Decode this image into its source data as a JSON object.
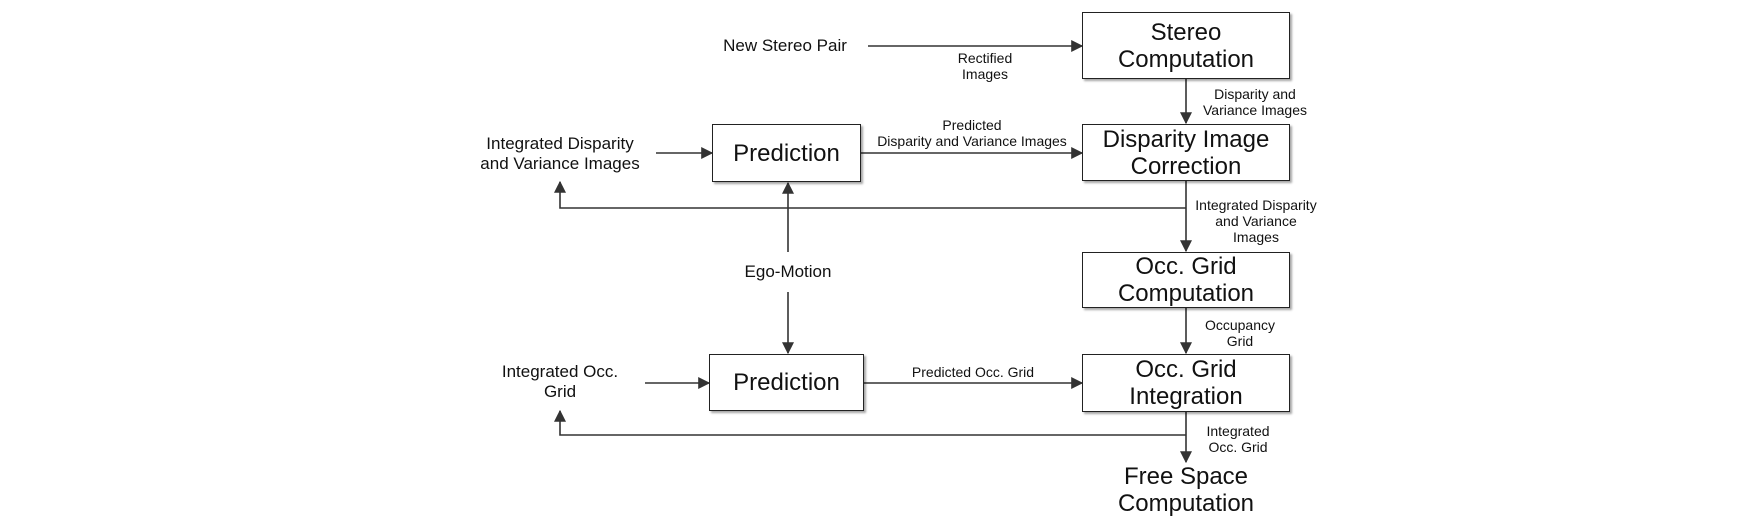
{
  "inputs": {
    "new_stereo_pair": "New Stereo Pair",
    "integrated_disparity": "Integrated Disparity\nand Variance Images",
    "ego_motion": "Ego-Motion",
    "integrated_occ_grid": "Integrated Occ.\nGrid"
  },
  "boxes": {
    "stereo_computation": "Stereo\nComputation",
    "prediction_top": "Prediction",
    "disparity_correction": "Disparity Image\nCorrection",
    "occ_grid_computation": "Occ. Grid\nComputation",
    "prediction_bottom": "Prediction",
    "occ_grid_integration": "Occ. Grid\nIntegration"
  },
  "output": {
    "free_space": "Free Space\nComputation"
  },
  "edge_labels": {
    "rectified_images": "Rectified\nImages",
    "disparity_variance": "Disparity and\nVariance Images",
    "predicted_disparity": "Predicted\nDisparity and Variance Images",
    "integrated_disparity_out": "Integrated Disparity\nand Variance\nImages",
    "occupancy_grid": "Occupancy\nGrid",
    "predicted_occ_grid": "Predicted Occ. Grid",
    "integrated_occ_grid_out": "Integrated\nOcc. Grid"
  },
  "colors": {
    "line": "#333333",
    "border": "#222222",
    "text": "#111111"
  }
}
